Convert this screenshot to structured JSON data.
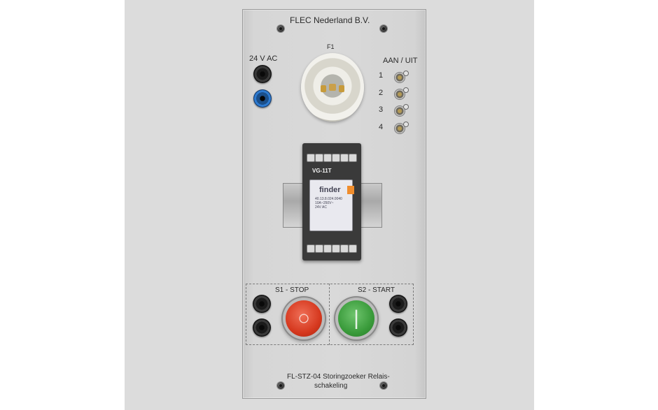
{
  "panel": {
    "manufacturer": "FLEC Nederland B.V.",
    "fuse_label": "F1",
    "supply_label": "24 V AC",
    "switch_header": "AAN / UIT",
    "switch_numbers": [
      "1",
      "2",
      "3",
      "4"
    ],
    "relay": {
      "model": "VG-11T",
      "brand": "finder",
      "spec_lines": [
        "40.13.8.024.0040",
        "10A~250V~",
        "24V AC"
      ]
    },
    "stop_label": "S1 - STOP",
    "start_label": "S2 - START",
    "footer_line1": "FL-STZ-04 Storingzoeker Relais-",
    "footer_line2": "schakeling"
  },
  "colors": {
    "stop_button": "#d6391f",
    "start_button": "#3a9b3b",
    "blue_socket": "#2d7ad0",
    "panel": "#d9d9d9"
  }
}
